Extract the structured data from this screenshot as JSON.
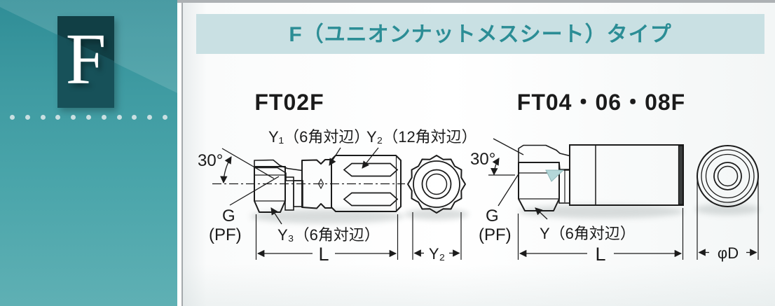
{
  "sidebar": {
    "letter": "F"
  },
  "banner": {
    "title": "F（ユニオンナットメスシート）タイプ"
  },
  "colors": {
    "sidebar_teal": "#3f9ba2",
    "letter_tab_teal": "#175159",
    "banner_bg": "#c9e0e3",
    "banner_text": "#2b8d95",
    "fitting_highlight_teal": "#b4d7d9",
    "drawing_line": "#1c1c1c"
  },
  "diagrams": [
    {
      "title": "FT02F",
      "labels": {
        "angle": "30°",
        "y1": "Y₁（6角対辺）",
        "y2": "Y₂（12角対辺）",
        "g": "G",
        "pf": "(PF)",
        "y3": "Y₃（6角対辺）",
        "dim_length": "L",
        "dim_width": "Y₂"
      }
    },
    {
      "title": "FT04・06・08F",
      "labels": {
        "angle": "30°",
        "g": "G",
        "pf": "(PF)",
        "y": "Y（6角対辺）",
        "dim_length": "L",
        "dim_diameter": "φD"
      }
    }
  ]
}
